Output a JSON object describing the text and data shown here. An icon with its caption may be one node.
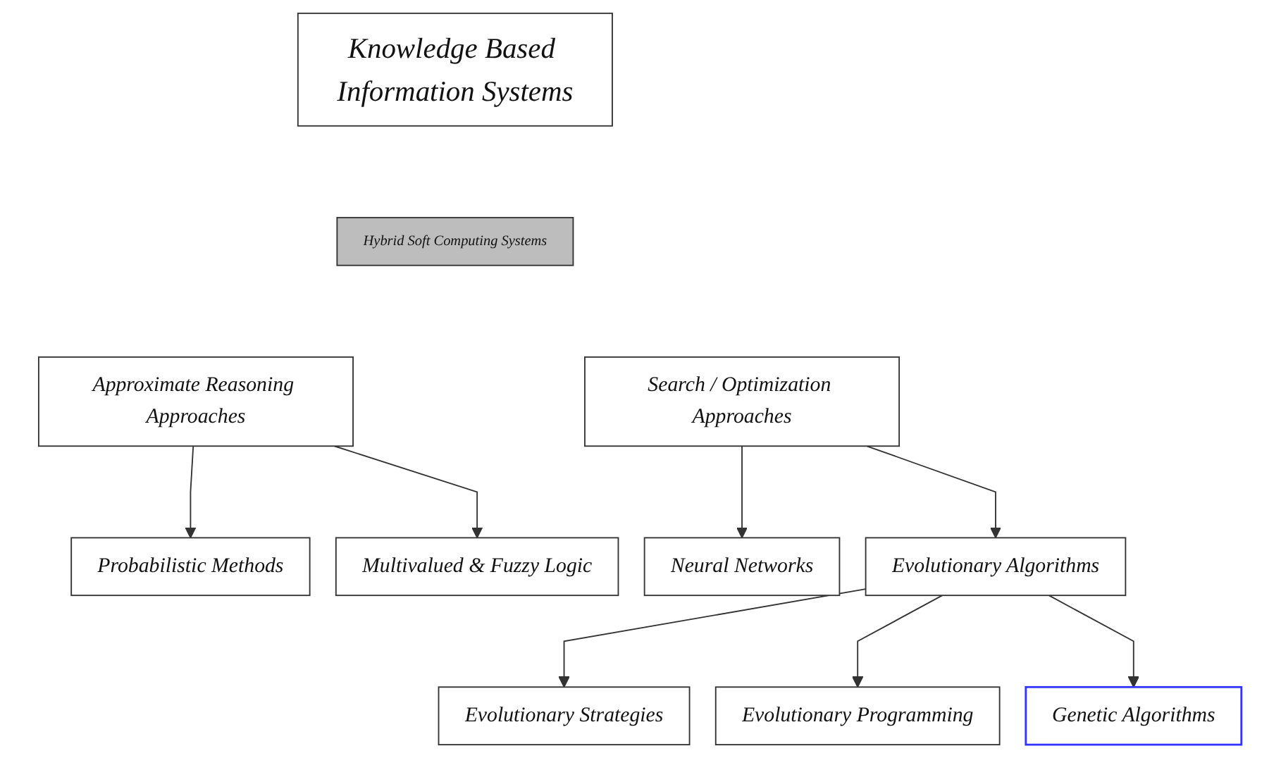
{
  "diagram": {
    "nodes": [
      {
        "text": [
          "Knowledge Based Information Systems"
        ]
      },
      {
        "text": [
          "Hybrid Soft Computing Systems"
        ]
      },
      {
        "text": [
          "Approximate Reasoning Approaches"
        ]
      },
      {
        "text": [
          "Search / Optimization Approaches"
        ]
      },
      {
        "text": [
          "Probabilistic Methods"
        ]
      },
      {
        "text": [
          "Multivalued & Fuzzy Logic"
        ]
      },
      {
        "text": [
          "Neural Networks"
        ]
      },
      {
        "text": [
          "Evolutionary Algorithms"
        ]
      },
      {
        "text": [
          "Evolutionary Strategies"
        ]
      },
      {
        "text": [
          "Evolutionary Programming"
        ]
      },
      {
        "text": [
          "Genetic Algorithms"
        ]
      }
    ],
    "edges": [
      {
        "from": 2,
        "to": 4,
        "arrow": "to"
      },
      {
        "from": 2,
        "to": 5,
        "arrow": "to"
      },
      {
        "from": 3,
        "to": 6,
        "arrow": "to"
      },
      {
        "from": 3,
        "to": 7,
        "arrow": "to"
      },
      {
        "from": 7,
        "to": 8,
        "arrow": "to"
      },
      {
        "from": 7,
        "to": 9,
        "arrow": "to"
      },
      {
        "from": 7,
        "to": 10,
        "arrow": "to"
      }
    ]
  }
}
